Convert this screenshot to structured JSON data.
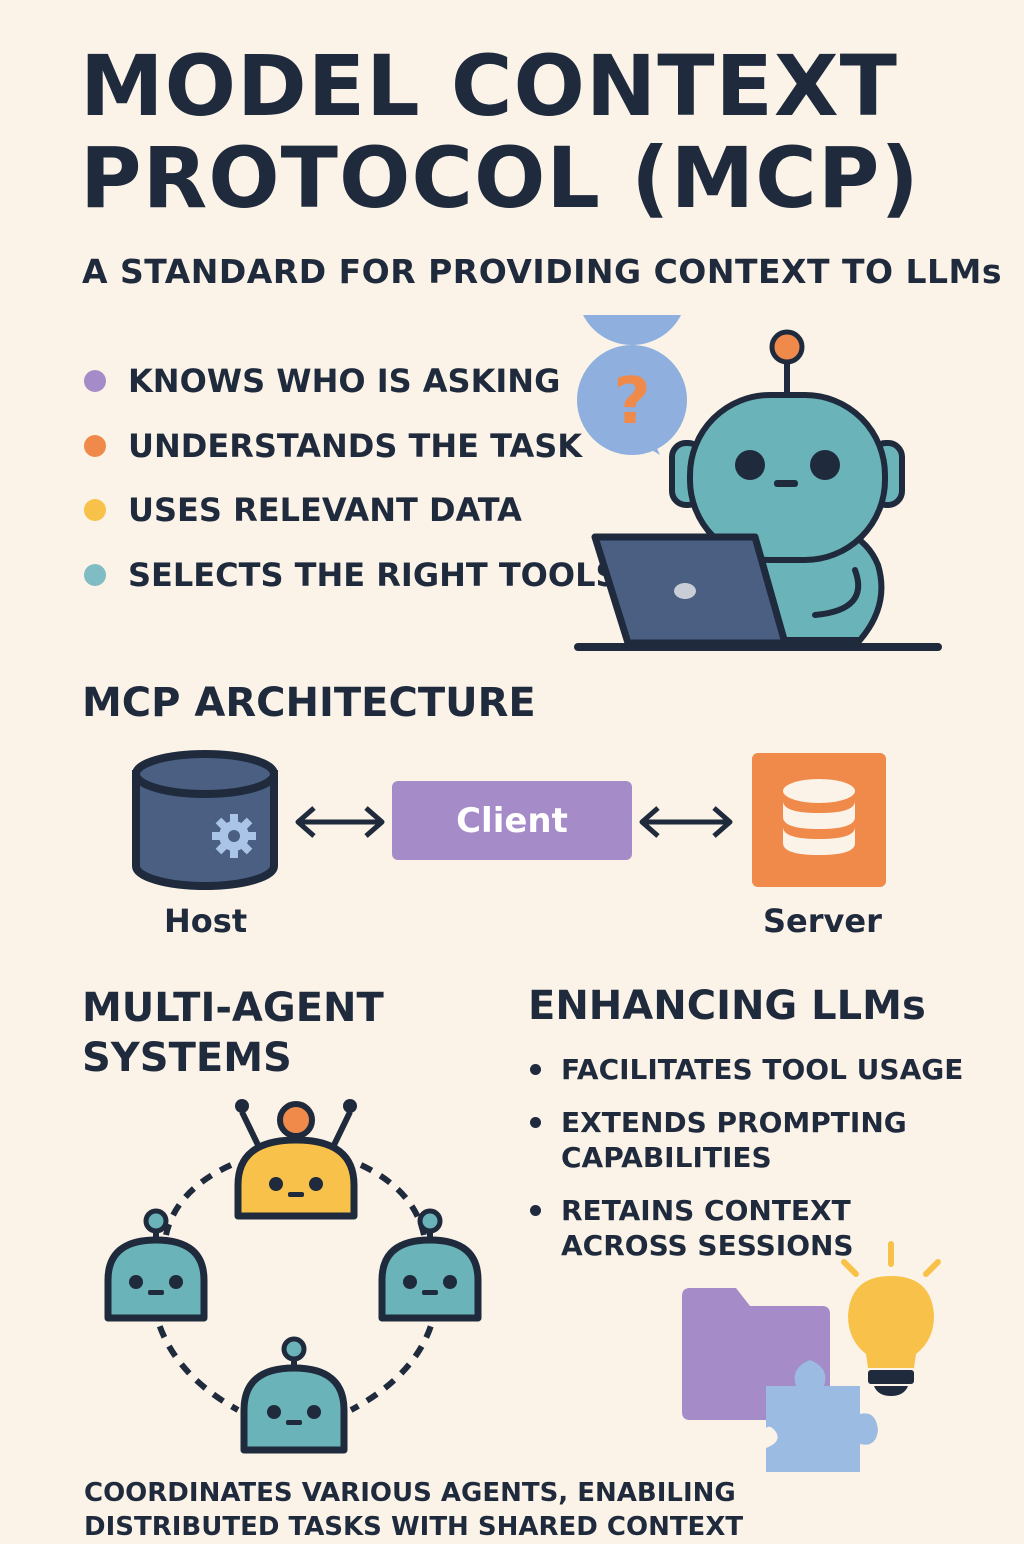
{
  "title_line1": "MODEL CONTEXT",
  "title_line2": "PROTOCOL (MCP)",
  "subtitle": "A STANDARD FOR PROVIDING CONTEXT TO LLMs",
  "features": [
    {
      "label": "KNOWS WHO IS ASKING",
      "color": "#a58cc8"
    },
    {
      "label": "UNDERSTANDS THE TASK",
      "color": "#f08a4b"
    },
    {
      "label": "USES RELEVANT DATA",
      "color": "#f8c24a"
    },
    {
      "label": "SELECTS THE RIGHT TOOLS",
      "color": "#7fbcc4"
    }
  ],
  "robot_bubble_icon": "question-mark",
  "architecture": {
    "heading": "MCP ARCHITECTURE",
    "host_label": "Host",
    "client_label": "Client",
    "server_label": "Server"
  },
  "multi_agent": {
    "heading_line1": "MULTI-AGENT",
    "heading_line2": "SYSTEMS",
    "caption_line1": "COORDINATES VARIOUS AGENTS, ENABILING",
    "caption_line2": "DISTRIBUTED TASKS WITH SHARED CONTEXT"
  },
  "enhancing": {
    "heading": "ENHANCING LLMs",
    "bullets": [
      {
        "line1": "FACILITATES TOOL USAGE",
        "line2": ""
      },
      {
        "line1": "EXTENDS PROMPTING",
        "line2": "CAPABILITIES"
      },
      {
        "line1": "RETAINS CONTEXT",
        "line2": "ACROSS SESSIONS"
      }
    ]
  },
  "colors": {
    "background": "#fbf3e8",
    "ink": "#1f2a3d",
    "teal": "#6ab3b8",
    "purple": "#a58cc8",
    "orange": "#f08a4b",
    "yellow": "#f8c24a",
    "blue": "#8fb0de",
    "host_blue": "#4a5f82"
  }
}
